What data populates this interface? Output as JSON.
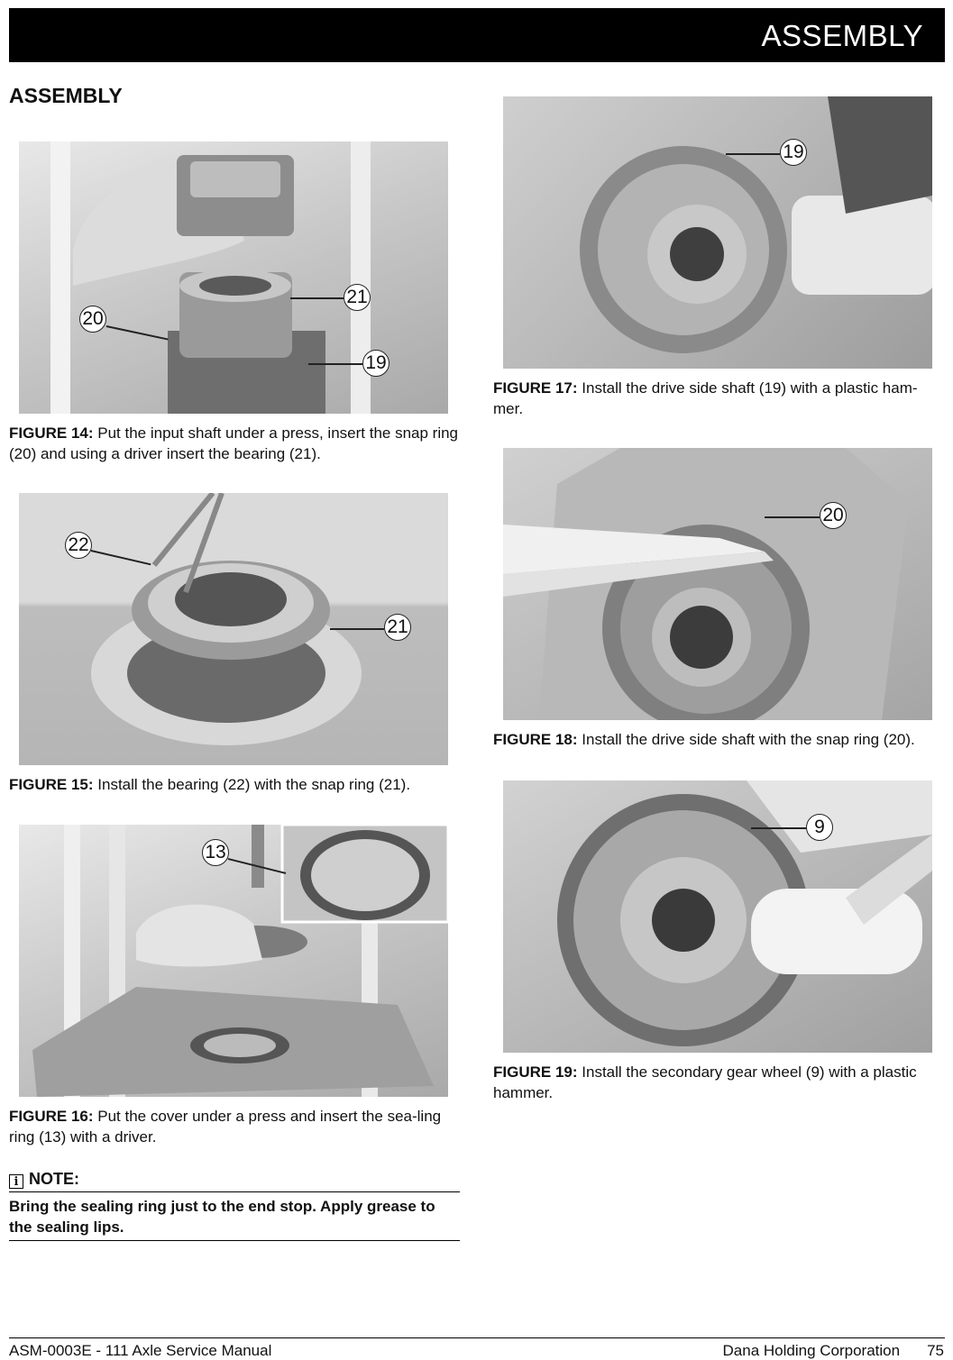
{
  "header": {
    "title": "ASSEMBLY"
  },
  "section": {
    "title": "ASSEMBLY"
  },
  "figures": [
    {
      "label": "FIGURE 14:",
      "text": "Put the input shaft under a press, insert the snap ring (20) and using a driver insert the bearing (21).",
      "callouts": [
        "20",
        "21",
        "19"
      ]
    },
    {
      "label": "FIGURE 15:",
      "text": "Install the bearing (22) with the snap ring (21).",
      "callouts": [
        "22",
        "21"
      ]
    },
    {
      "label": "FIGURE 16:",
      "text": "Put the cover under a press and insert the sea-ling ring (13) with a driver.",
      "callouts": [
        "13"
      ]
    },
    {
      "label": "FIGURE 17:",
      "text": "Install the drive side shaft (19) with a plastic ham-mer.",
      "callouts": [
        "19"
      ]
    },
    {
      "label": "FIGURE 18:",
      "text": "Install the drive side shaft with the snap ring (20).",
      "callouts": [
        "20"
      ]
    },
    {
      "label": "FIGURE 19:",
      "text": "Install the secondary gear wheel (9) with a plastic hammer.",
      "callouts": [
        "9"
      ]
    }
  ],
  "note": {
    "icon": "info-icon",
    "title": "NOTE:",
    "text": "Bring the sealing ring just to the end stop. Apply grease to the sealing lips."
  },
  "footer": {
    "left": "ASM-0003E - 111 Axle Service Manual",
    "company": "Dana Holding Corporation",
    "page": "75"
  }
}
